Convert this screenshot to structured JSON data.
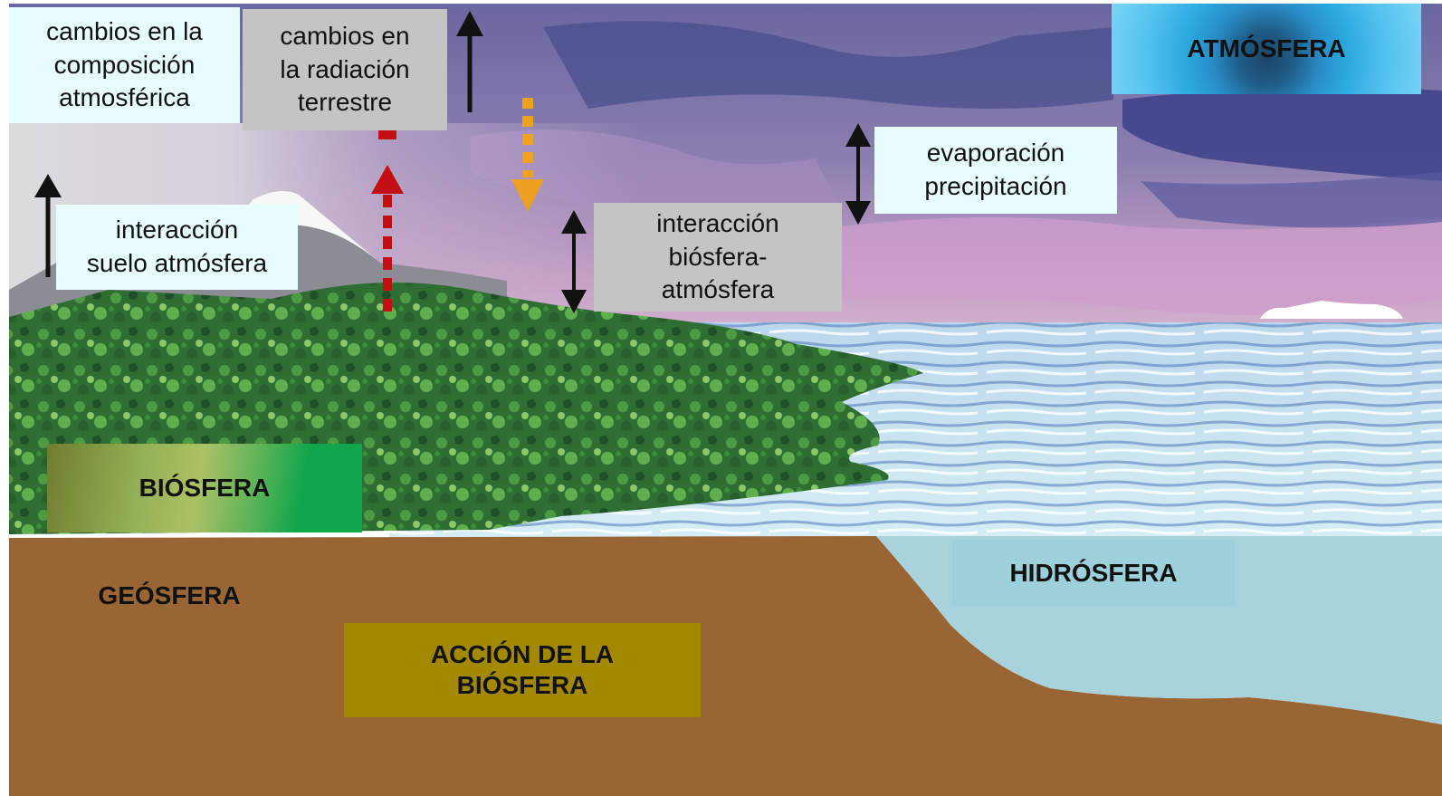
{
  "labels": {
    "cambios_composicion": "cambios en la\ncomposición\natmosférica",
    "cambios_radiacion": "cambios en\nla radiación\nterrestre",
    "atmosfera": "ATMÓSFERA",
    "evaporacion": "evaporación\nprecipitación",
    "interaccion_suelo": "interacción\nsuelo atmósfera",
    "interaccion_biosfera": "interacción\nbiósfera-\natmósfera",
    "biosfera": "BIÓSFERA",
    "geosfera": "GEÓSFERA",
    "hidrosfera": "HIDRÓSFERA",
    "accion_biosfera": "ACCIÓN DE LA\nBIÓSFERA"
  },
  "colors": {
    "sky": "#7a6fa6",
    "ground": "#9a6535",
    "water": "#a8d3dc",
    "forest": "#2f6e33",
    "radiation_arrow": "#c40f12",
    "solar_arrow": "#f0a020",
    "arrow": "#111111"
  }
}
